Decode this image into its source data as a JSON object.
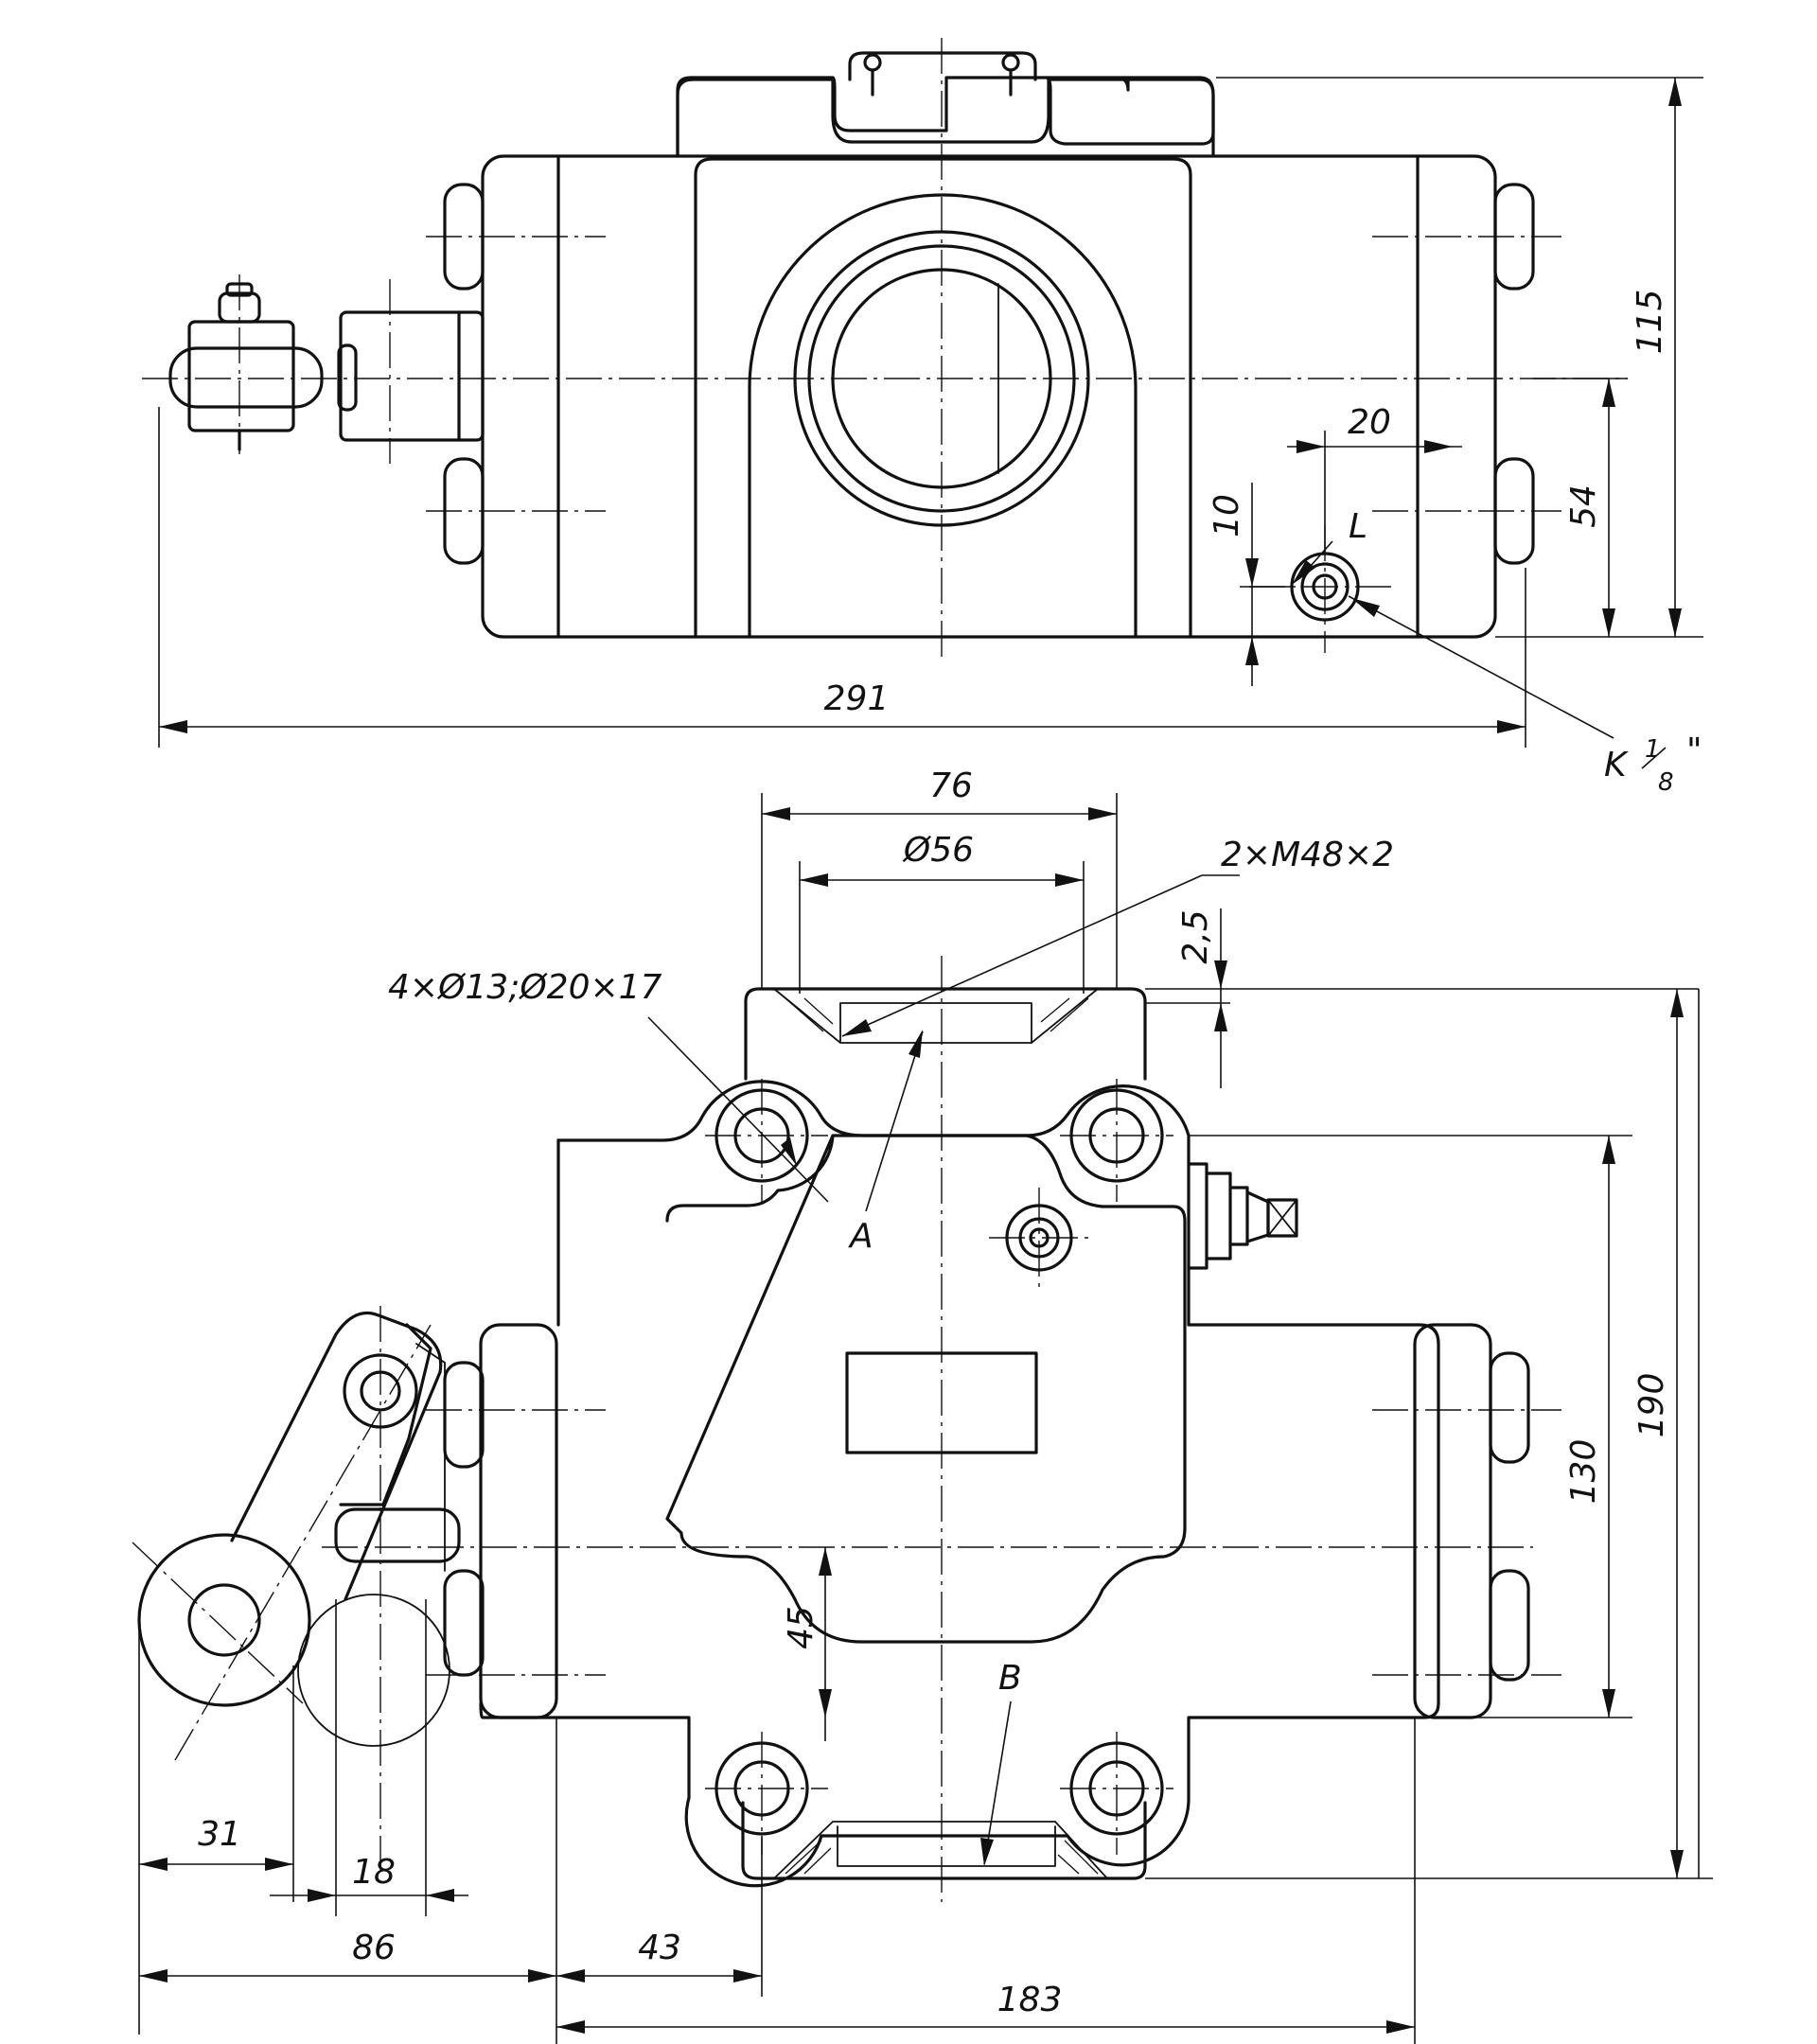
{
  "dimensions": {
    "d115": "115",
    "d54": "54",
    "d20": "20",
    "d10": "10",
    "d291": "291",
    "d76": "76",
    "d56": "Ø56",
    "d2_5": "2,5",
    "d190": "190",
    "d130": "130",
    "d45": "45",
    "d31": "31",
    "d18": "18",
    "d86": "86",
    "d43": "43",
    "d183": "183"
  },
  "callouts": {
    "holes": "4×Ø13;Ø20×17",
    "thread": "2×M48×2",
    "thread_k": "K",
    "thread_k_frac_num": "1",
    "thread_k_frac_den": "8",
    "thread_k_inch": "\"",
    "port_l": "L",
    "port_a": "A",
    "port_b": "B"
  }
}
